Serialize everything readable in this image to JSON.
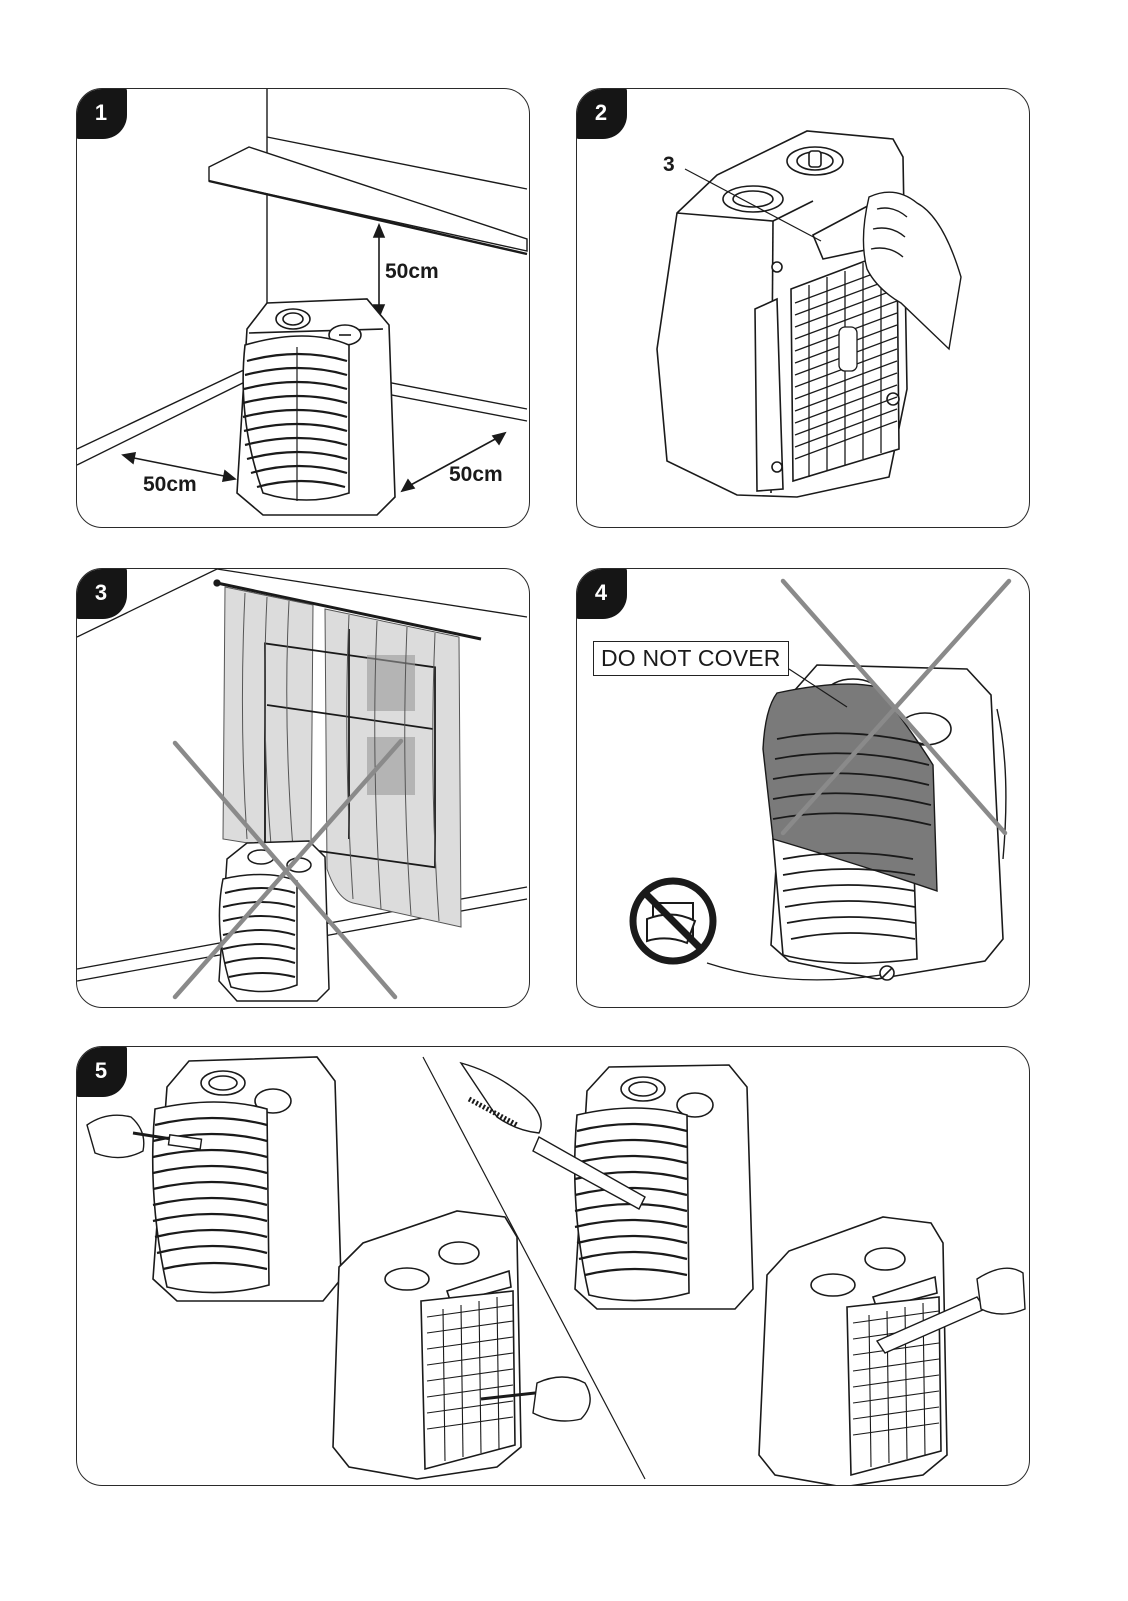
{
  "panels": [
    {
      "number": "1",
      "labels": {
        "shelf_gap": "50cm",
        "left_gap": "50cm",
        "right_gap": "50cm"
      }
    },
    {
      "number": "2",
      "labels": {
        "part_callout": "3"
      }
    },
    {
      "number": "3"
    },
    {
      "number": "4",
      "labels": {
        "warning": "DO NOT COVER"
      }
    },
    {
      "number": "5"
    }
  ],
  "icons": {
    "prohibited_cover": "no-covering-prohibition-icon",
    "cross_out": "x-cross-icon"
  },
  "colors": {
    "line": "#1a1a1a",
    "cross": "#8a8a8a",
    "curtain": "#d8d8d8",
    "cloth": "#7a7a7a"
  }
}
